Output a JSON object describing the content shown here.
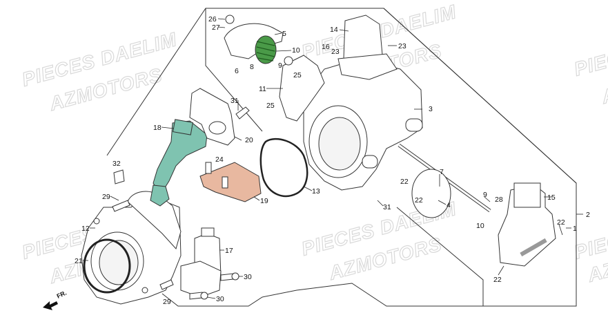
{
  "watermarks": [
    {
      "text": "PIECES DAELIM"
    },
    {
      "text": "AZMOTORS"
    },
    {
      "text": "PIECES DAELIM"
    },
    {
      "text": "AZMOTORS"
    },
    {
      "text": "PIECES DAELIM"
    },
    {
      "text": "AZMOTORS"
    },
    {
      "text": "PIECES DAELIM"
    },
    {
      "text": "AZMOTORS"
    },
    {
      "text": "PIECES DAELIM"
    },
    {
      "text": "AZMOTORS"
    },
    {
      "text": "PIECE"
    },
    {
      "text": "AZM"
    }
  ],
  "callouts": {
    "c26": "26",
    "c27": "27",
    "c5": "5",
    "c10": "10",
    "c9a": "9",
    "c8": "8",
    "c6": "6",
    "c14": "14",
    "c16": "16",
    "c23a": "23",
    "c23b": "23",
    "c25a": "25",
    "c11": "11",
    "c25b": "25",
    "c3": "3",
    "c31a": "31",
    "c18": "18",
    "c20": "20",
    "c13": "13",
    "c24": "24",
    "c19": "19",
    "c32": "32",
    "c29a": "29",
    "c12": "12",
    "c21": "21",
    "c17": "17",
    "c30a": "30",
    "c30b": "30",
    "c29b": "29",
    "c31b": "31",
    "c22a": "22",
    "c22b": "22",
    "c4": "4",
    "c7": "7",
    "c9b": "9",
    "c28": "28",
    "c10b": "10",
    "c15": "15",
    "c22c": "22",
    "c1": "1",
    "c2": "2",
    "c22d": "22"
  },
  "direction_label": "FR.",
  "colors": {
    "injector": "#7fc3b0",
    "bracket": "#e8b8a0",
    "spring": "#4a9a48",
    "line": "#333333",
    "body": "#ffffff",
    "watermark": "#d9d9d9"
  }
}
